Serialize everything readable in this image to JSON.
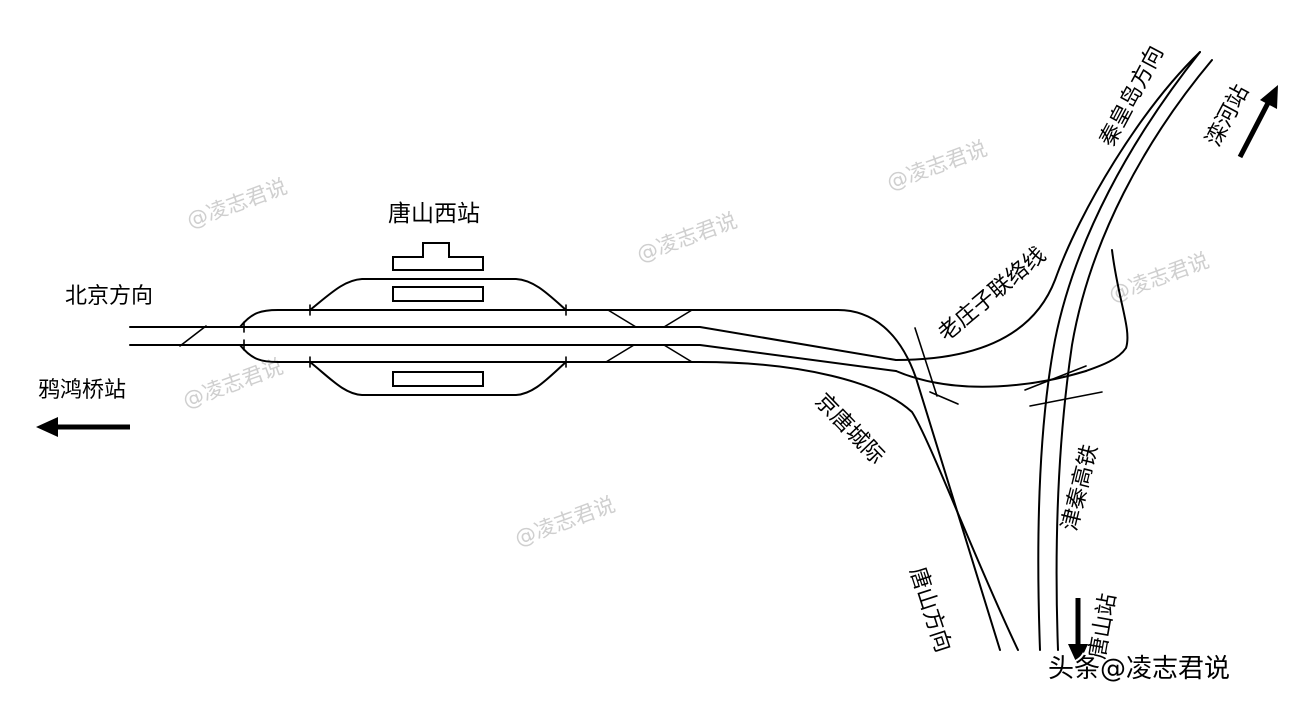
{
  "labels": {
    "station": "唐山西站",
    "beijing_dir": "北京方向",
    "yahongqiao": "鸦鸿桥站",
    "qinhuangdao_dir": "秦皇岛方向",
    "luanhe": "滦河站",
    "laozhuangzi": "老庄子联络线",
    "jingtang": "京唐城际",
    "jinqin": "津秦高铁",
    "tangshan_dir": "唐山方向",
    "tangshan_station": "唐山站"
  },
  "watermark": "@凌志君说",
  "credit": "头条@凌志君说",
  "colors": {
    "line": "#000000",
    "watermark": "#cfcfcf",
    "background": "#ffffff"
  }
}
